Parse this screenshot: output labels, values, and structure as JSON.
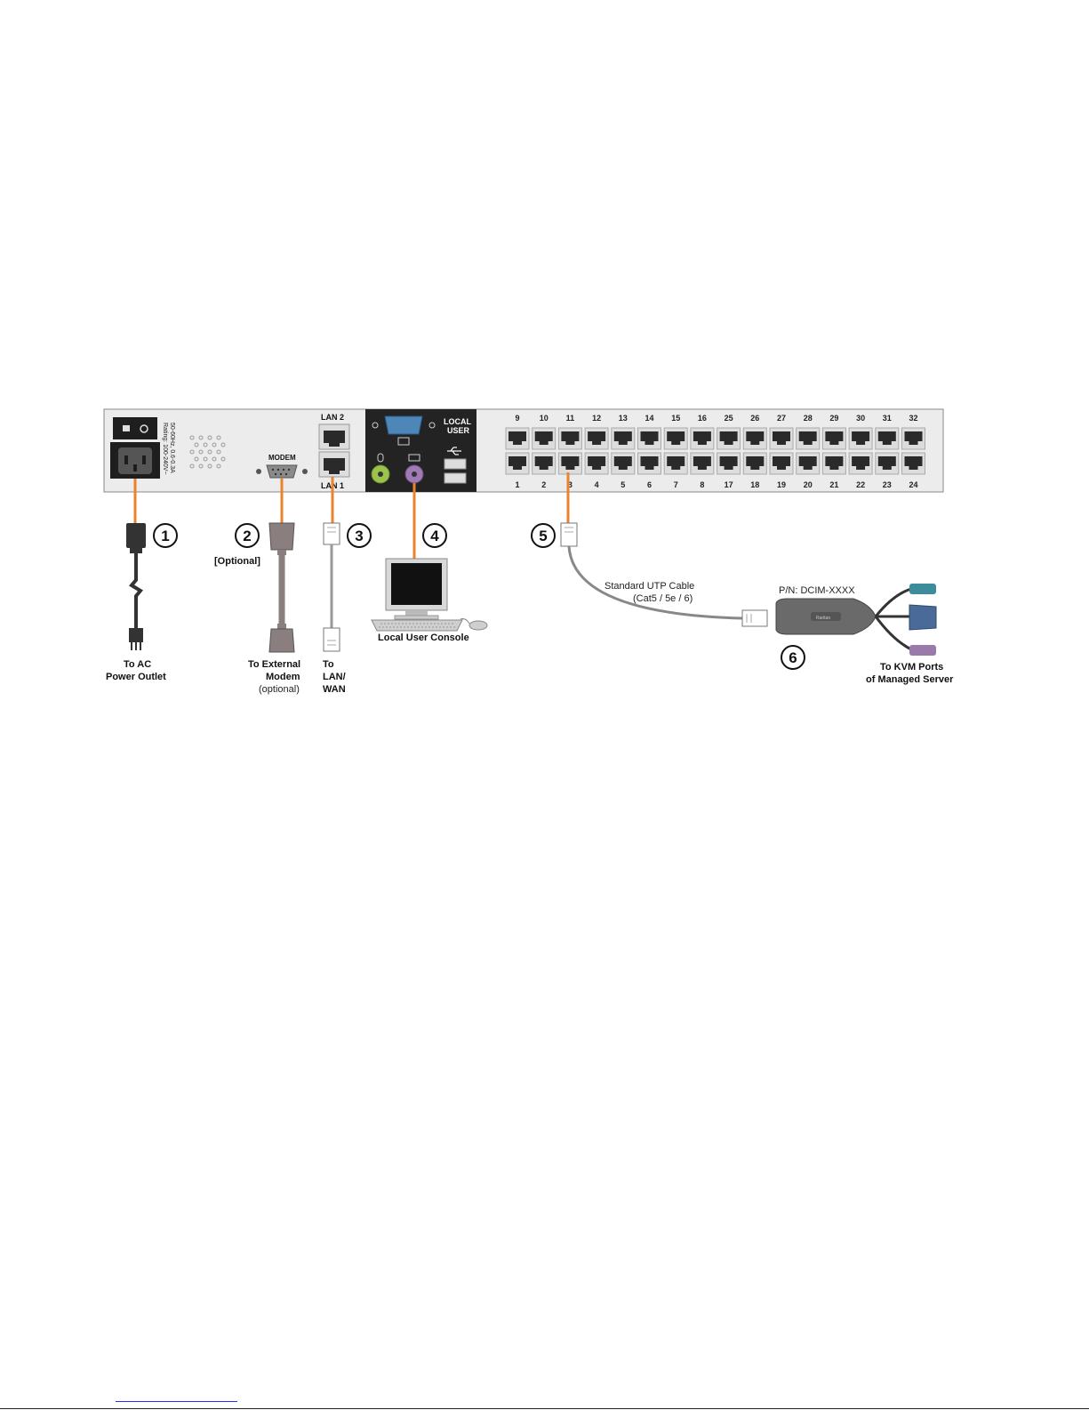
{
  "panel": {
    "lan2_label": "LAN 2",
    "lan1_label": "LAN 1",
    "modem_label": "MODEM",
    "local_user_label_line1": "LOCAL",
    "local_user_label_line2": "USER",
    "power_rating_line1": "Rating: 100-240V~",
    "power_rating_line2": "50-60Hz, 0.6-0.3A",
    "top_port_numbers": [
      "9",
      "10",
      "11",
      "12",
      "13",
      "14",
      "15",
      "16",
      "25",
      "26",
      "27",
      "28",
      "29",
      "30",
      "31",
      "32"
    ],
    "bottom_port_numbers": [
      "1",
      "2",
      "3",
      "4",
      "5",
      "6",
      "7",
      "8",
      "17",
      "18",
      "19",
      "20",
      "21",
      "22",
      "23",
      "24"
    ]
  },
  "callouts": [
    {
      "number": "1"
    },
    {
      "number": "2"
    },
    {
      "number": "3"
    },
    {
      "number": "4"
    },
    {
      "number": "5"
    },
    {
      "number": "6"
    }
  ],
  "labels": {
    "ac_line1": "To AC",
    "ac_line2": "Power Outlet",
    "optional": "[Optional]",
    "modem_line1": "To External",
    "modem_line2": "Modem",
    "modem_line3": "(optional)",
    "lan_line1": "To",
    "lan_line2": "LAN/",
    "lan_line3": "WAN",
    "console": "Local User Console",
    "utp_line1": "Standard UTP Cable",
    "utp_line2": "(Cat5 / 5e / 6)",
    "pn": "P/N: DCIM-XXXX",
    "kvm_line1": "To KVM Ports",
    "kvm_line2": "of Managed Server"
  },
  "colors": {
    "orange_line": "#e8842c",
    "panel_bg": "#ececec",
    "dark_section": "#232323",
    "port_dark": "#2a2a2a"
  }
}
